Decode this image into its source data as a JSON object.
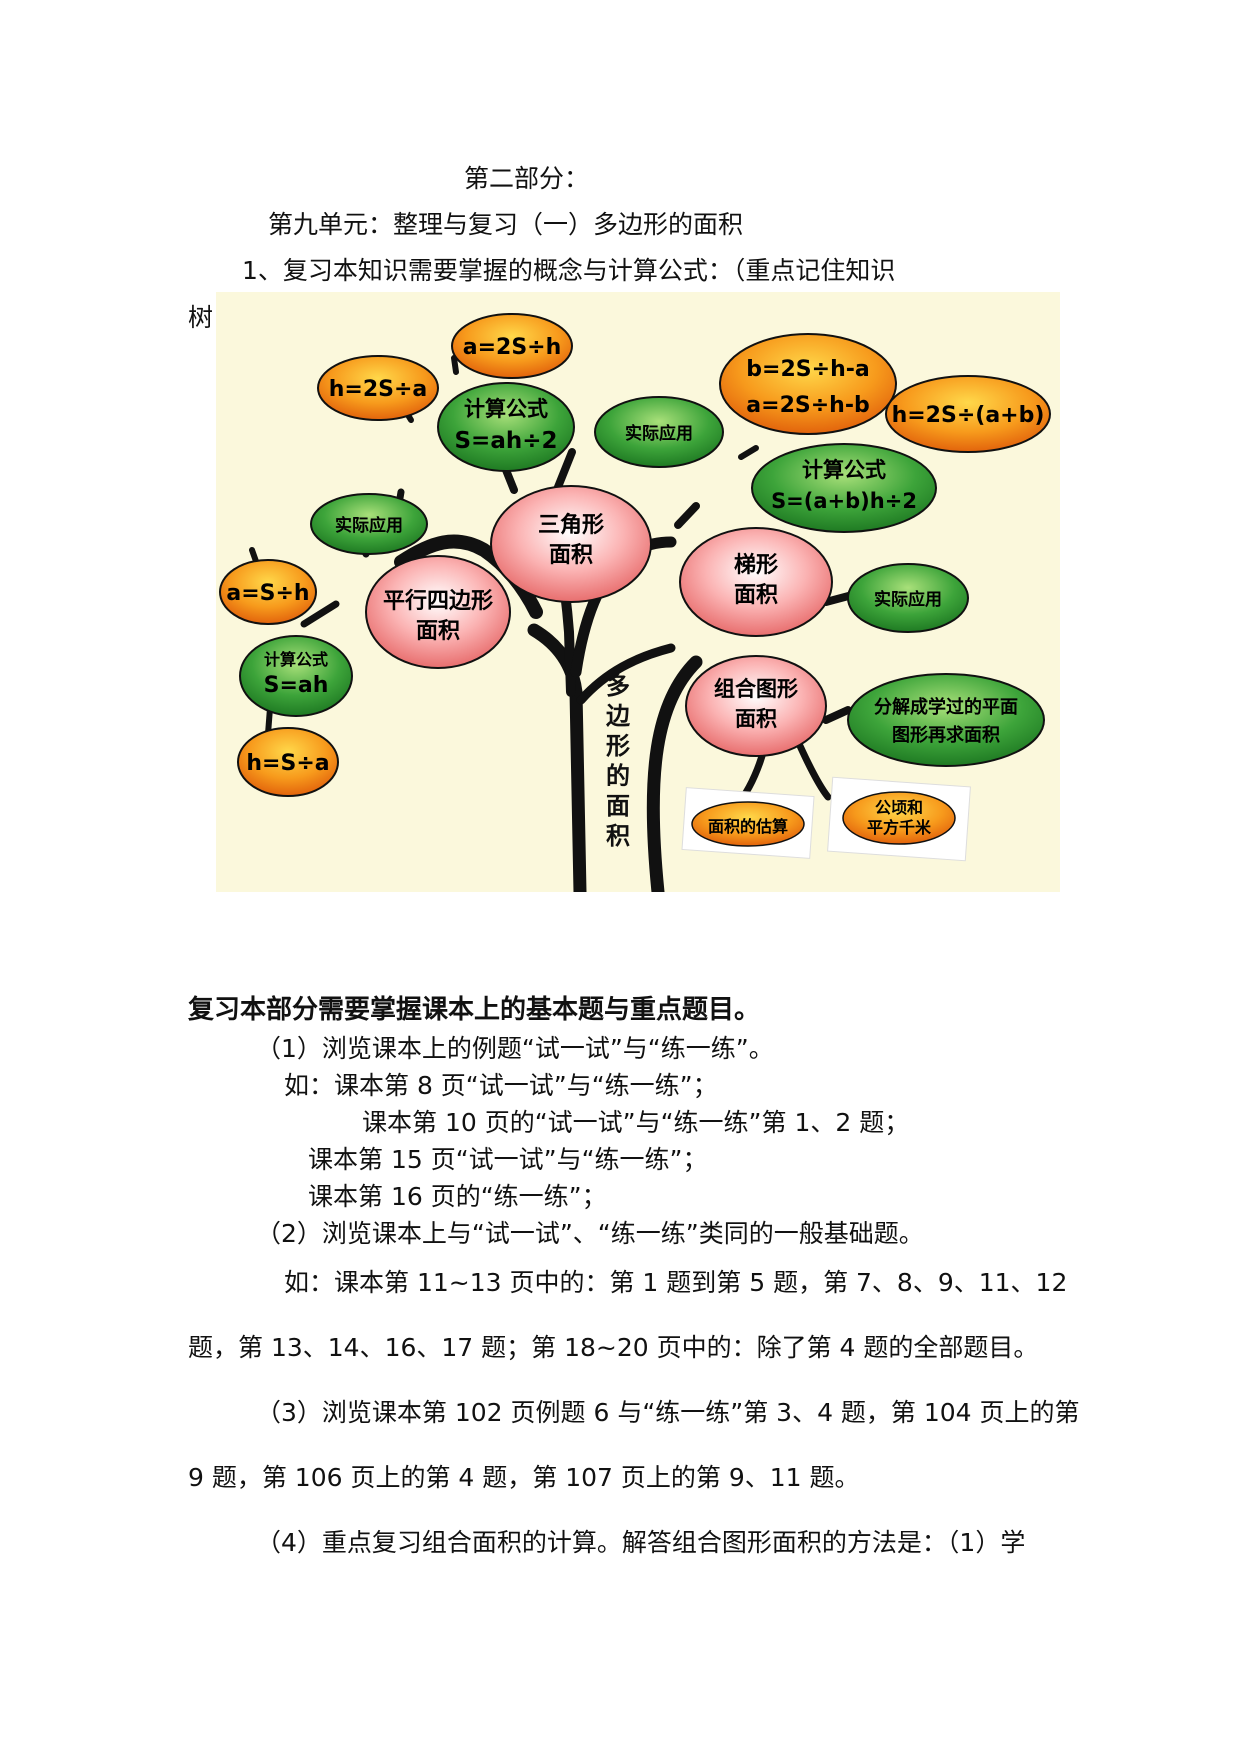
{
  "heading": {
    "part": "第二部分：",
    "unit": "第九单元：整理与复习（一）多边形的面积",
    "point1": "1、复习本知识需要掌握的概念与计算公式：（重点记住知识",
    "point1_cont": "树"
  },
  "tree": {
    "trunk_label": [
      "多",
      "边",
      "形",
      "的",
      "面",
      "积"
    ],
    "parallelogram": {
      "title": [
        "平行四边形",
        "面积"
      ],
      "formula_title": "计算公式",
      "formula": "S=ah",
      "application": "实际应用",
      "leaf_a": "a=S÷h",
      "leaf_h": "h=S÷a"
    },
    "triangle": {
      "title": [
        "三角形",
        "面积"
      ],
      "formula_title": "计算公式",
      "formula": "S=ah÷2",
      "application": "实际应用",
      "leaf_a": "a=2S÷h",
      "leaf_h": "h=2S÷a"
    },
    "trapezoid": {
      "title": [
        "梯形",
        "面积"
      ],
      "formula_title": "计算公式",
      "formula": "S=(a+b)h÷2",
      "application": "实际应用",
      "leaf_ab": [
        "b=2S÷h-a",
        "a=2S÷h-b"
      ],
      "leaf_h": "h=2S÷(a+b)"
    },
    "composite": {
      "title": [
        "组合图形",
        "面积"
      ],
      "method": [
        "分解成学过的平面",
        "图形再求面积"
      ],
      "estimate": "面积的估算",
      "units": [
        "公顷和",
        "平方千米"
      ]
    }
  },
  "section2": {
    "title": "复习本部分需要掌握课本上的基本题与重点题目。",
    "l1": "（1）浏览课本上的例题“试一试”与“练一练”。",
    "l2": "如：课本第 8 页“试一试”与“练一练”；",
    "l3": "课本第 10 页的“试一试”与“练一练”第 1、2 题；",
    "l4": "课本第 15 页“试一试”与“练一练”；",
    "l5": "课本第 16 页的“练一练”；",
    "l6": "（2）浏览课本上与“试一试”、“练一练”类同的一般基础题。",
    "l7": "如：课本第 11~13 页中的：第 1 题到第 5 题，第 7、8、9、11、12",
    "l8": "题，第 13、14、16、17 题；第 18~20 页中的：除了第 4 题的全部题目。",
    "l9": "（3）浏览课本第 102 页例题 6 与“练一练”第 3、4 题，第 104 页上的第",
    "l10": "9 题，第 106 页上的第 4 题，第 107 页上的第 9、11 题。",
    "l11": "（4）重点复习组合面积的计算。解答组合图形面积的方法是：（1）学"
  }
}
